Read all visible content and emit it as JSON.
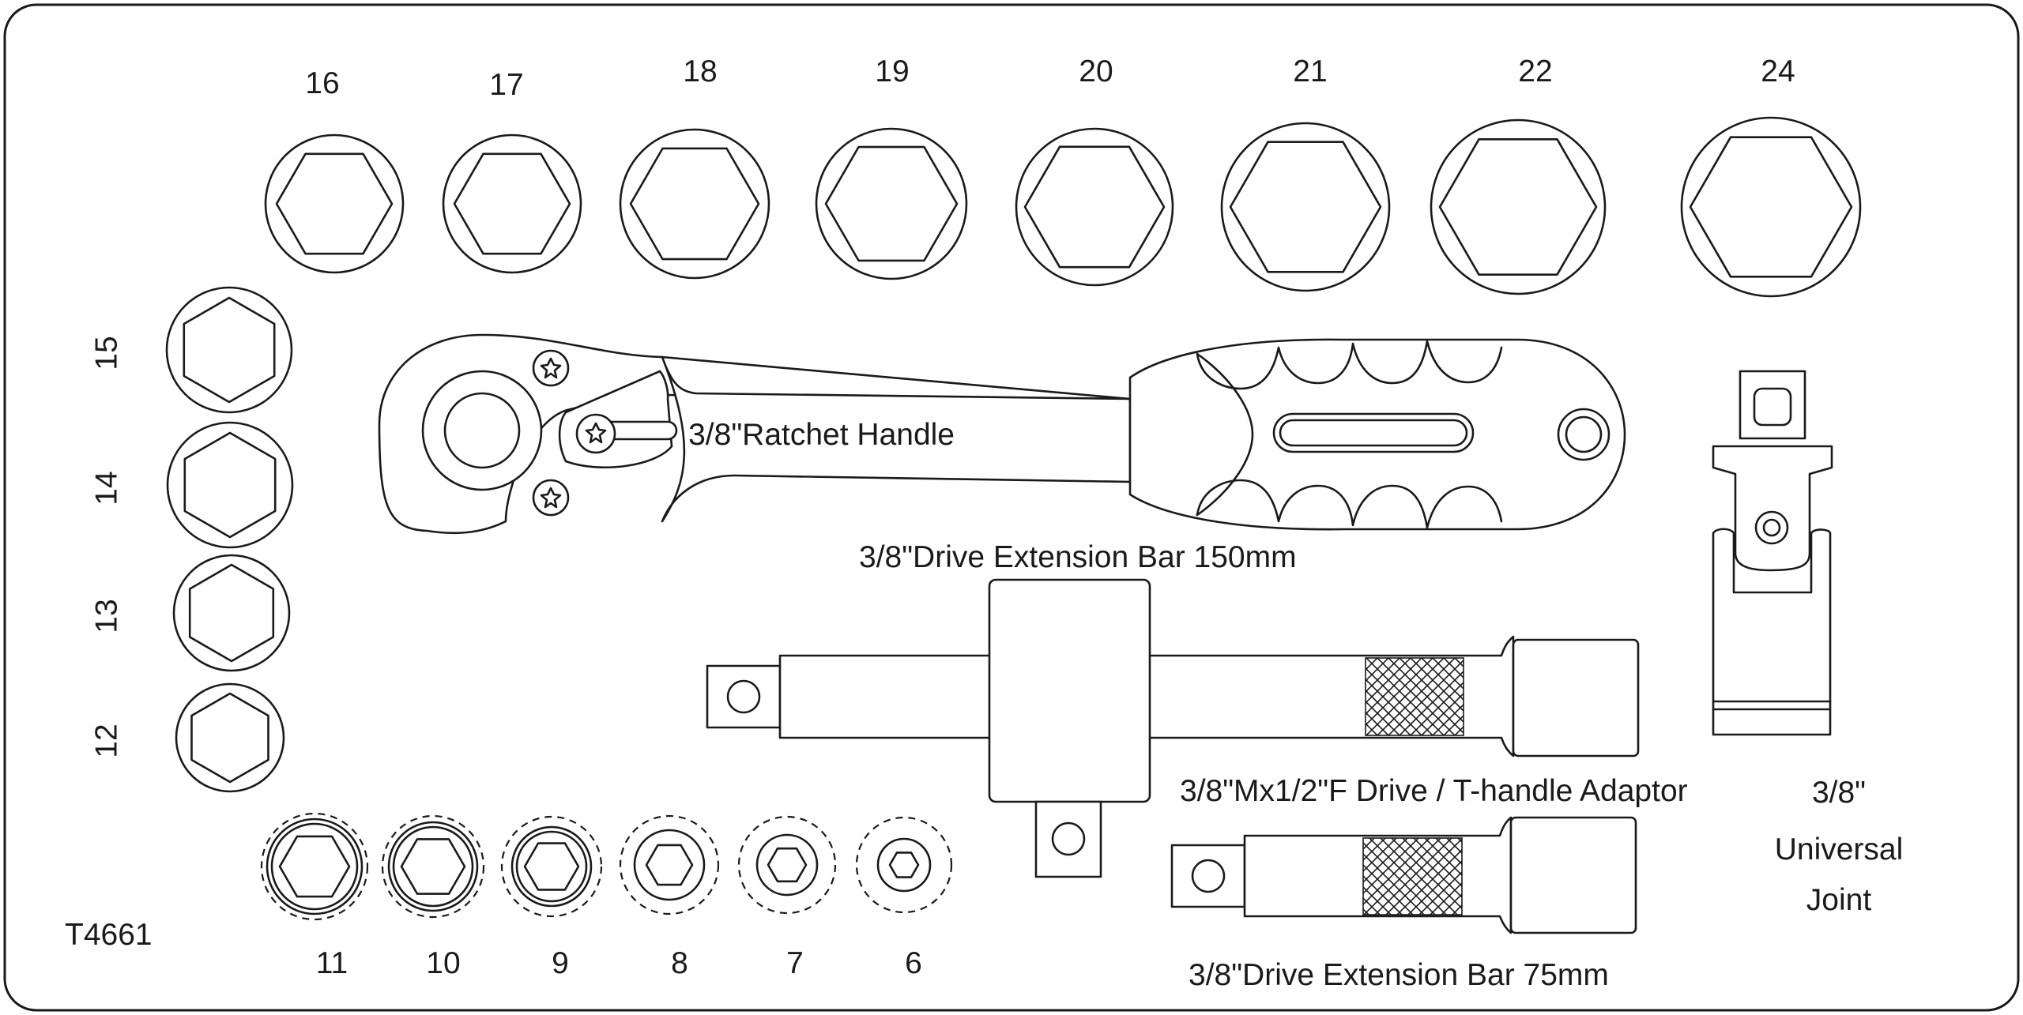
{
  "part_number": "T4661",
  "top_sockets": [
    "16",
    "17",
    "18",
    "19",
    "20",
    "21",
    "22",
    "24"
  ],
  "side_sockets": [
    "15",
    "14",
    "13",
    "12"
  ],
  "small_sockets": [
    "11",
    "10",
    "9",
    "8",
    "7",
    "6"
  ],
  "tools": {
    "ratchet": "3/8\"Ratchet Handle",
    "extension_150": "3/8\"Drive Extension Bar 150mm",
    "adaptor": "3/8\"Mx1/2\"F Drive / T-handle Adaptor",
    "extension_75": "3/8\"Drive Extension Bar 75mm",
    "universal_joint": [
      "3/8\"",
      "Universal",
      "Joint"
    ]
  },
  "colors": {
    "line": "#1a1a1a",
    "background": "#ffffff"
  }
}
